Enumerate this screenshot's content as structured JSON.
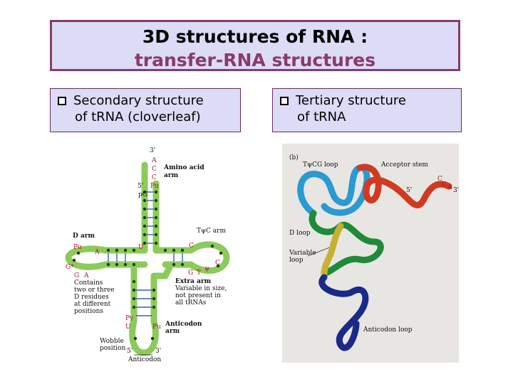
{
  "title": {
    "line1": "3D structures of RNA :",
    "line2": "transfer-RNA structures"
  },
  "left_panel": {
    "bullet_line1": "Secondary structure",
    "bullet_line2": "of tRNA (cloverleaf)"
  },
  "right_panel": {
    "bullet_line1": "Tertiary structure",
    "bullet_line2": "of tRNA"
  },
  "cloverleaf": {
    "end_3": "3'",
    "end_5": "5'",
    "acceptor_nucleotides": [
      "A",
      "C",
      "C",
      "Pu"
    ],
    "pG": "pG",
    "amino_acid_arm": [
      "Amino acid",
      "arm"
    ],
    "d_arm": "D arm",
    "tpsic_arm": "TψC arm",
    "extra_arm": "Extra arm",
    "extra_arm_desc": [
      "Variable in size,",
      "not present in",
      "all tRNAs"
    ],
    "d_residues_desc": [
      "Contains",
      "two or three",
      "D residues",
      "at different",
      "positions"
    ],
    "anticodon_arm": [
      "Anticodon",
      "arm"
    ],
    "wobble": [
      "Wobble",
      "position"
    ],
    "anticodon": "Anticodon",
    "d_loop_letters": [
      "Pu",
      "A",
      "G*",
      "G",
      "A"
    ],
    "t_loop_letters": [
      "U",
      "C",
      "G",
      "T",
      "ψ",
      "C"
    ],
    "anticodon_letters": [
      "Py",
      "U",
      "Pu"
    ],
    "colors": {
      "backbone": "#8ccb5a",
      "dot": "#1f3a10",
      "pair": "#2e62b8"
    }
  },
  "tertiary": {
    "panel_letter": "(b)",
    "tpsic_loop": "TψCG loop",
    "acceptor_stem": "Acceptor stem",
    "d_loop": "D loop",
    "variable_loop": [
      "Variable",
      "loop"
    ],
    "anticodon_loop": "Anticodon loop",
    "end_5": "5'",
    "end_3": "3'",
    "end_nucleotides": [
      "C",
      "C",
      "A"
    ],
    "colors": {
      "background": "#e8e6e2",
      "cyan": "#2a9ad0",
      "red": "#d03a20",
      "green": "#1f8a3a",
      "yellow": "#c8b030",
      "navy": "#1a2a88"
    }
  }
}
